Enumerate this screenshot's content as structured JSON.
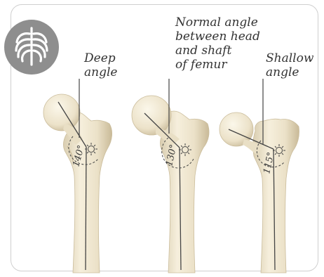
{
  "figure": {
    "icon": "ribcage-icon",
    "colors": {
      "bone_fill": "#ece3cc",
      "bone_shadow": "#cdbf9f",
      "bone_highlight": "#f8f3e4",
      "line": "#444444",
      "badge": "#8e8e8e",
      "border": "#cfcfcf"
    },
    "bones": [
      {
        "id": "deep",
        "label_lines": [
          "Deep",
          "angle"
        ],
        "angle_text": "140°"
      },
      {
        "id": "normal",
        "label_lines": [
          "Normal angle",
          "between head",
          "and shaft",
          "of femur"
        ],
        "angle_text": "130°"
      },
      {
        "id": "shallow",
        "label_lines": [
          "Shallow",
          "angle"
        ],
        "angle_text": "115°"
      }
    ]
  }
}
